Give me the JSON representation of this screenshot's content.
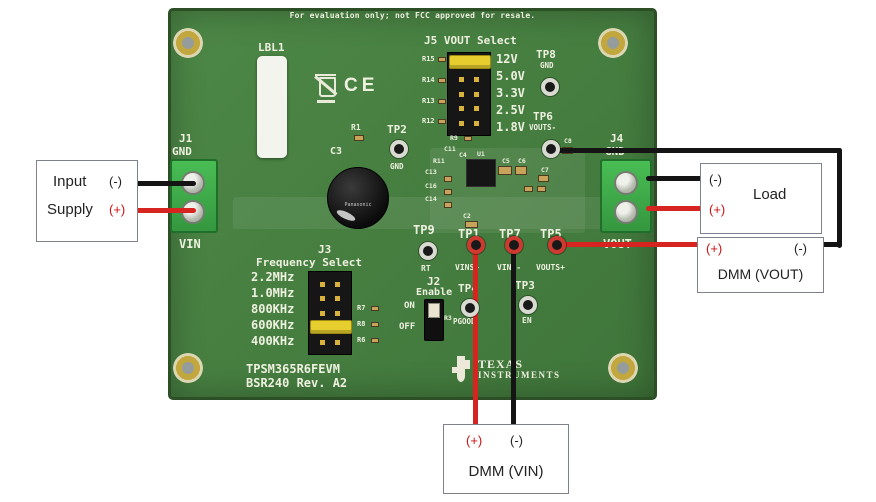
{
  "colors": {
    "board_green": "#47813F",
    "terminal_green": "#3FAE49",
    "jumper_yellow": "#E6CE2F",
    "wire_red": "#D62420",
    "wire_black": "#141414",
    "annotation_red": "#CC1212"
  },
  "board": {
    "disclaimer": "For evaluation only; not FCC approved for resale.",
    "label_sticker": "LBL1",
    "ce_mark": "CE",
    "part_number": "TPSM365R6FEVM",
    "revision": "BSR240 Rev. A2",
    "logo": {
      "line1": "TEXAS",
      "line2": "INSTRUMENTS"
    },
    "vout_select": {
      "title": "J5 VOUT Select",
      "voltages": [
        "12V",
        "5.0V",
        "3.3V",
        "2.5V",
        "1.8V"
      ],
      "resistors": [
        "R15",
        "R14",
        "R13",
        "R12"
      ],
      "below_ref": "R9"
    },
    "freq_select": {
      "ref": "J3",
      "title": "Frequency Select",
      "options": [
        "2.2MHz",
        "1.0MHz",
        "800KHz",
        "600KHz",
        "400KHz"
      ],
      "resistors": [
        "R7",
        "R8",
        "R6"
      ]
    },
    "enable_switch": {
      "ref": "J2",
      "title": "Enable",
      "on_label": "ON",
      "off_label": "OFF"
    },
    "connectors": {
      "j1": {
        "ref": "J1",
        "top": "GND",
        "bottom": "VIN"
      },
      "j4": {
        "ref": "J4",
        "top": "GND",
        "bottom": "VOUT"
      }
    },
    "testpoints": {
      "tp8": {
        "ref": "TP8",
        "signal": "GND"
      },
      "tp6": {
        "ref": "TP6",
        "signal": "VOUTS-"
      },
      "tp2": {
        "ref": "TP2",
        "signal": "GND"
      },
      "tp9": {
        "ref": "TP9",
        "signal": "RT"
      },
      "tp1": {
        "ref": "TP1",
        "signal": "VINS+"
      },
      "tp7": {
        "ref": "TP7",
        "signal": "VINS-"
      },
      "tp5": {
        "ref": "TP5",
        "signal": "VOUTS+"
      },
      "tp4": {
        "ref": "TP4",
        "signal": "PGOOD"
      },
      "tp3": {
        "ref": "TP3",
        "signal": "EN"
      }
    },
    "components": {
      "r1": "R1",
      "c3": "C3",
      "c3_text": "Panasonic",
      "r3": "R3",
      "small_refs": [
        "C11",
        "C4",
        "U1",
        "R11",
        "C13",
        "C16",
        "C14",
        "C2",
        "C5",
        "C6",
        "C7",
        "C8"
      ]
    }
  },
  "annotations": {
    "input_supply": {
      "line1": "Input",
      "line2": "Supply",
      "neg": "(-)",
      "pos": "(+)"
    },
    "load": {
      "label": "Load",
      "neg": "(-)",
      "pos": "(+)"
    },
    "dmm_vout": {
      "label": "DMM (VOUT)",
      "pos": "(+)",
      "neg": "(-)"
    },
    "dmm_vin": {
      "label": "DMM (VIN)",
      "pos": "(+)",
      "neg": "(-)"
    }
  }
}
